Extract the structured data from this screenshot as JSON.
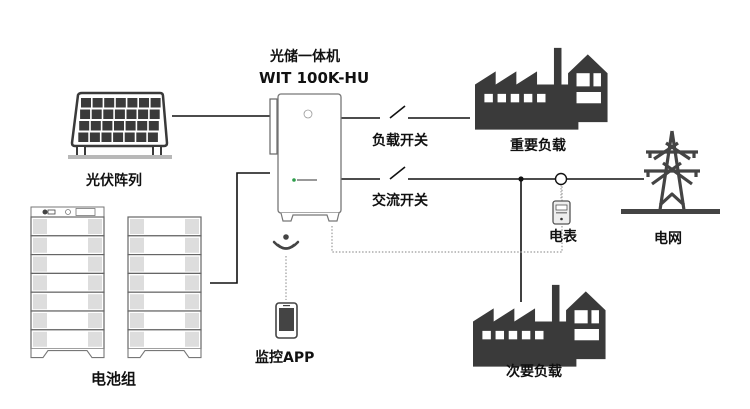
{
  "colors": {
    "icon": "#3a3a3a",
    "line": "#111111",
    "dotted": "#9a9a9a",
    "brand": "#2e9d4b"
  },
  "inverter": {
    "title": "光储一体机",
    "model": "WIT 100K-HU",
    "brand": "GROWATT"
  },
  "labels": {
    "pv": "光伏阵列",
    "battery": "电池组",
    "load_switch": "负载开关",
    "ac_switch": "交流开关",
    "critical_load": "重要负载",
    "meter": "电表",
    "grid": "电网",
    "secondary_load": "次要负载",
    "app": "监控APP"
  }
}
